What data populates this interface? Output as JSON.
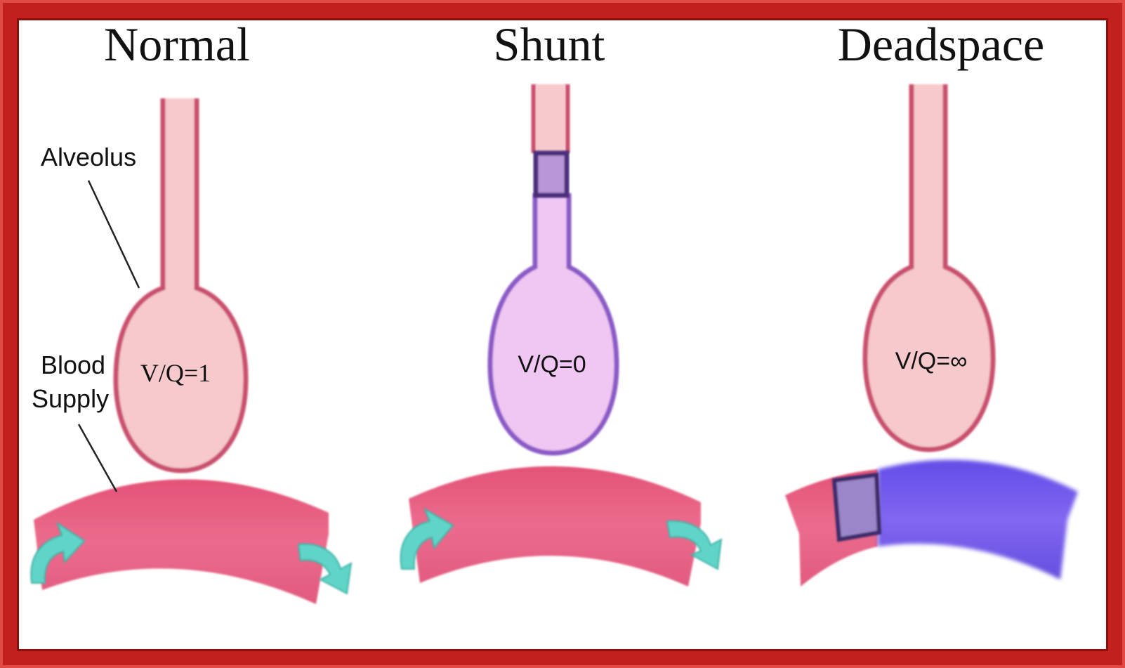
{
  "panels": {
    "normal": {
      "title": "Normal",
      "ratio": "V/Q=1"
    },
    "shunt": {
      "title": "Shunt",
      "ratio": "V/Q=0"
    },
    "deadspace": {
      "title": "Deadspace",
      "ratio": "V/Q=∞"
    }
  },
  "labels": {
    "alveolus": "Alveolus",
    "blood_line1": "Blood",
    "blood_line2": "Supply"
  },
  "colors": {
    "frame": "#c1201c",
    "alveolus_fill": "#f6c9cc",
    "alveolus_stroke": "#c9506e",
    "shunt_fill": "#f0c6f3",
    "shunt_stroke": "#8a5ac6",
    "capillary": "#e8557a",
    "deadspace_capillary": "#6a4fe0",
    "arrow": "#5ed4c7",
    "blockage": "#9a86c8"
  },
  "icons": {
    "flow_in": "curved-arrow-icon",
    "flow_out": "curved-arrow-icon",
    "obstruction": "blockage-square-icon"
  }
}
